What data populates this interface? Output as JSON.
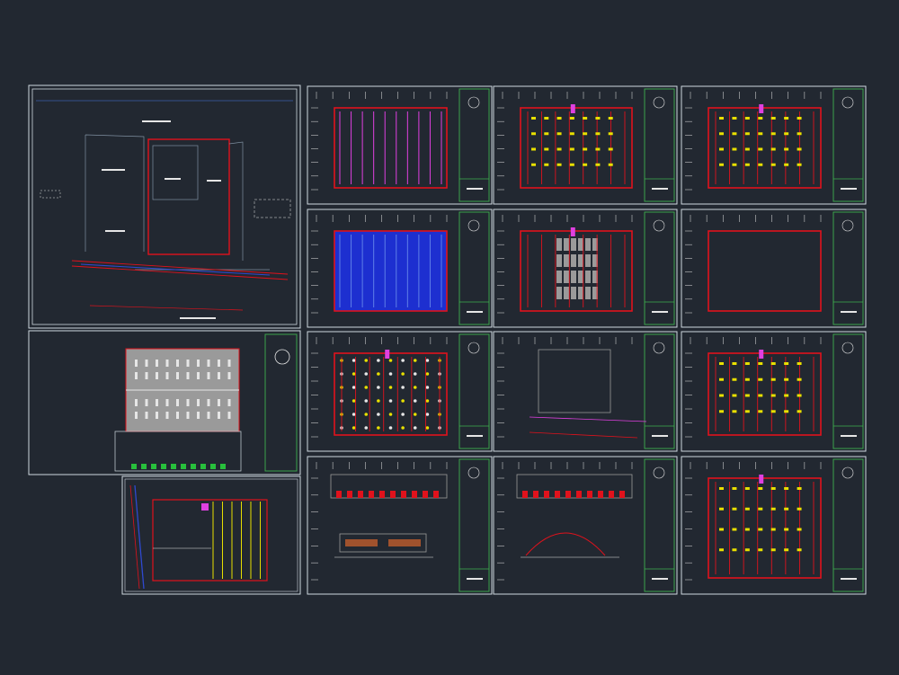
{
  "colors": {
    "background": "#222831",
    "frame": "#cfd8df",
    "titleblock": "#3fb04f",
    "wall": "#e0121c",
    "blue": "#1d2fd0",
    "magenta": "#e040e0",
    "yellow": "#e8e000",
    "gray": "#9a9a9a",
    "white": "#e6e6e6",
    "green": "#28c03c"
  },
  "sheets": [
    {
      "id": "site-plan",
      "kind": "site"
    },
    {
      "id": "roof-plan",
      "kind": "roof"
    },
    {
      "id": "lot-plan",
      "kind": "lot"
    },
    {
      "id": "sheet-a",
      "kind": "plan-blue"
    },
    {
      "id": "sheet-b",
      "kind": "plan-red"
    },
    {
      "id": "sheet-c",
      "kind": "plan-grid"
    },
    {
      "id": "sheet-d",
      "kind": "plan-bluefill"
    },
    {
      "id": "sheet-e",
      "kind": "plan-racks"
    },
    {
      "id": "sheet-f",
      "kind": "plan-empty"
    },
    {
      "id": "sheet-g",
      "kind": "plan-dots"
    },
    {
      "id": "sheet-h",
      "kind": "plan-site2"
    },
    {
      "id": "sheet-i",
      "kind": "plan-red"
    },
    {
      "id": "sheet-j",
      "kind": "section"
    },
    {
      "id": "sheet-k",
      "kind": "section-arch"
    },
    {
      "id": "sheet-l",
      "kind": "plan-red"
    }
  ]
}
